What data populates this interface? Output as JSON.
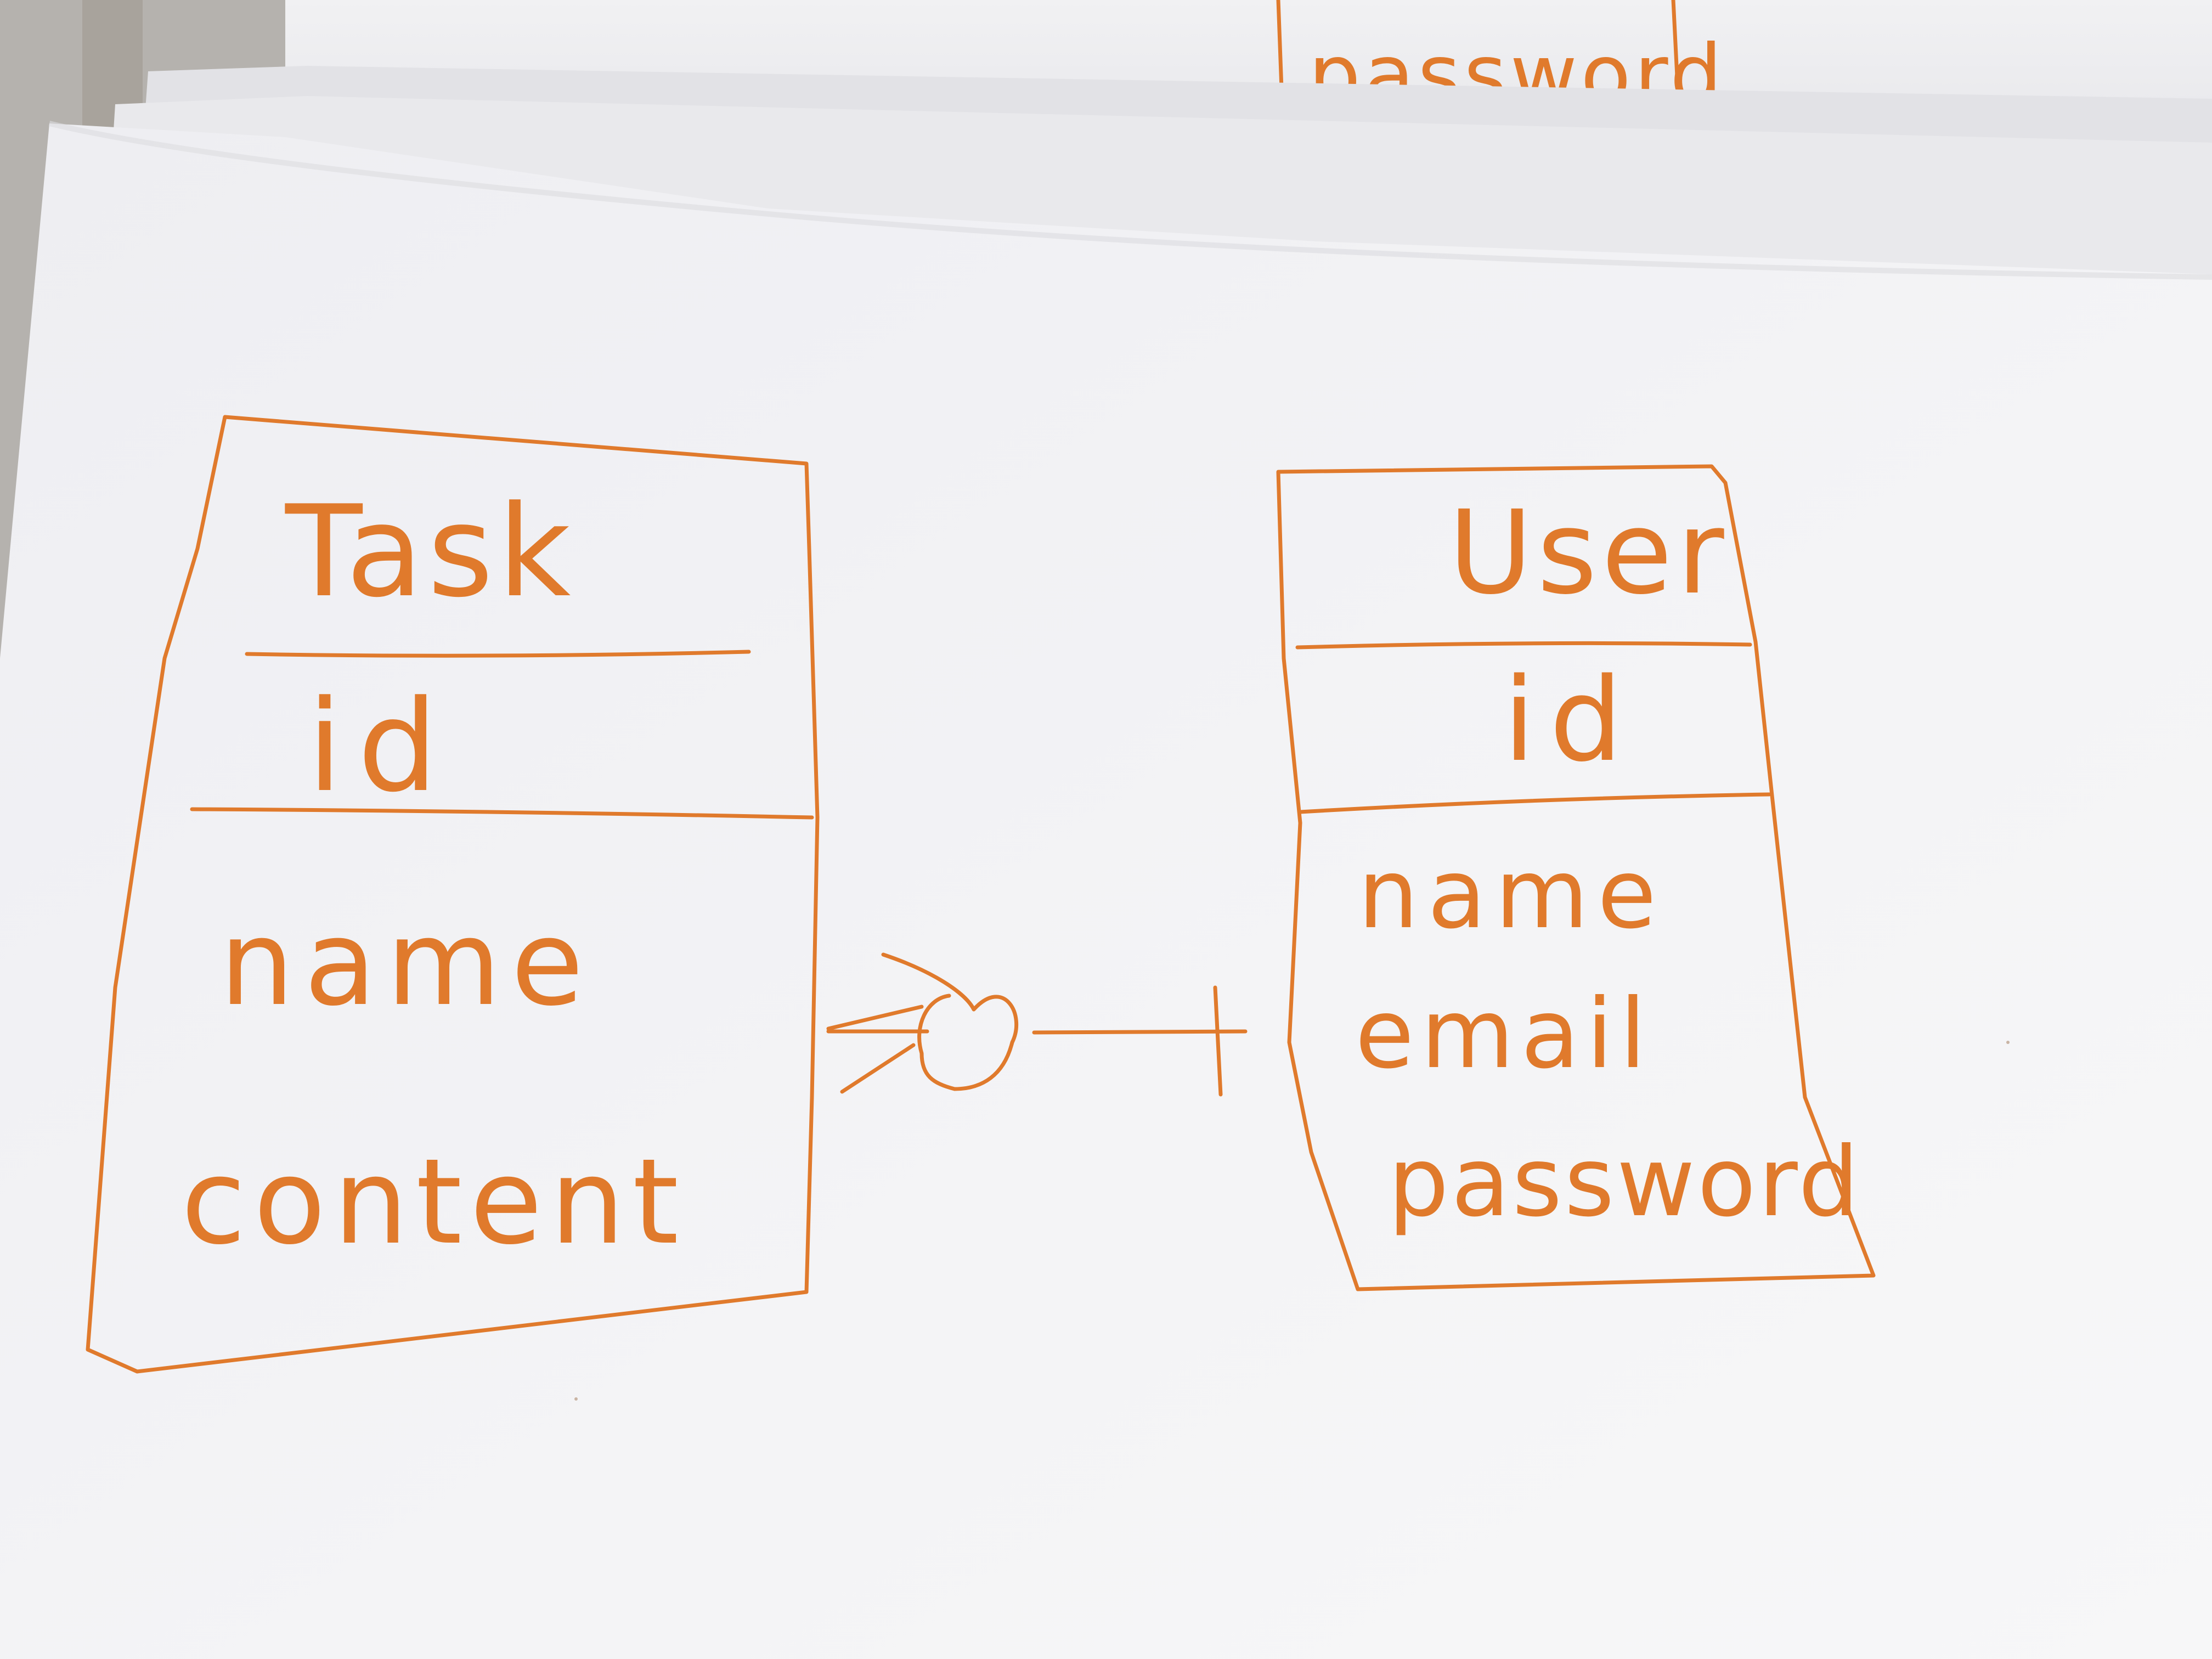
{
  "colors": {
    "ink": "#e07a2c",
    "paper": "#f3f3f5",
    "paper_shadow": "#dedee2",
    "table": "#b9b7b4"
  },
  "background_sheet": {
    "fields": [
      "password"
    ]
  },
  "diagram": {
    "entities": [
      {
        "name": "Task",
        "key": "id",
        "attributes": [
          "name",
          "content"
        ]
      },
      {
        "name": "User",
        "key": "id",
        "attributes": [
          "name",
          "email",
          "password"
        ]
      }
    ],
    "relationship": {
      "from_entity": "Task",
      "to_entity": "User",
      "from_cardinality": "zero-or-many",
      "to_cardinality": "exactly-one"
    }
  }
}
